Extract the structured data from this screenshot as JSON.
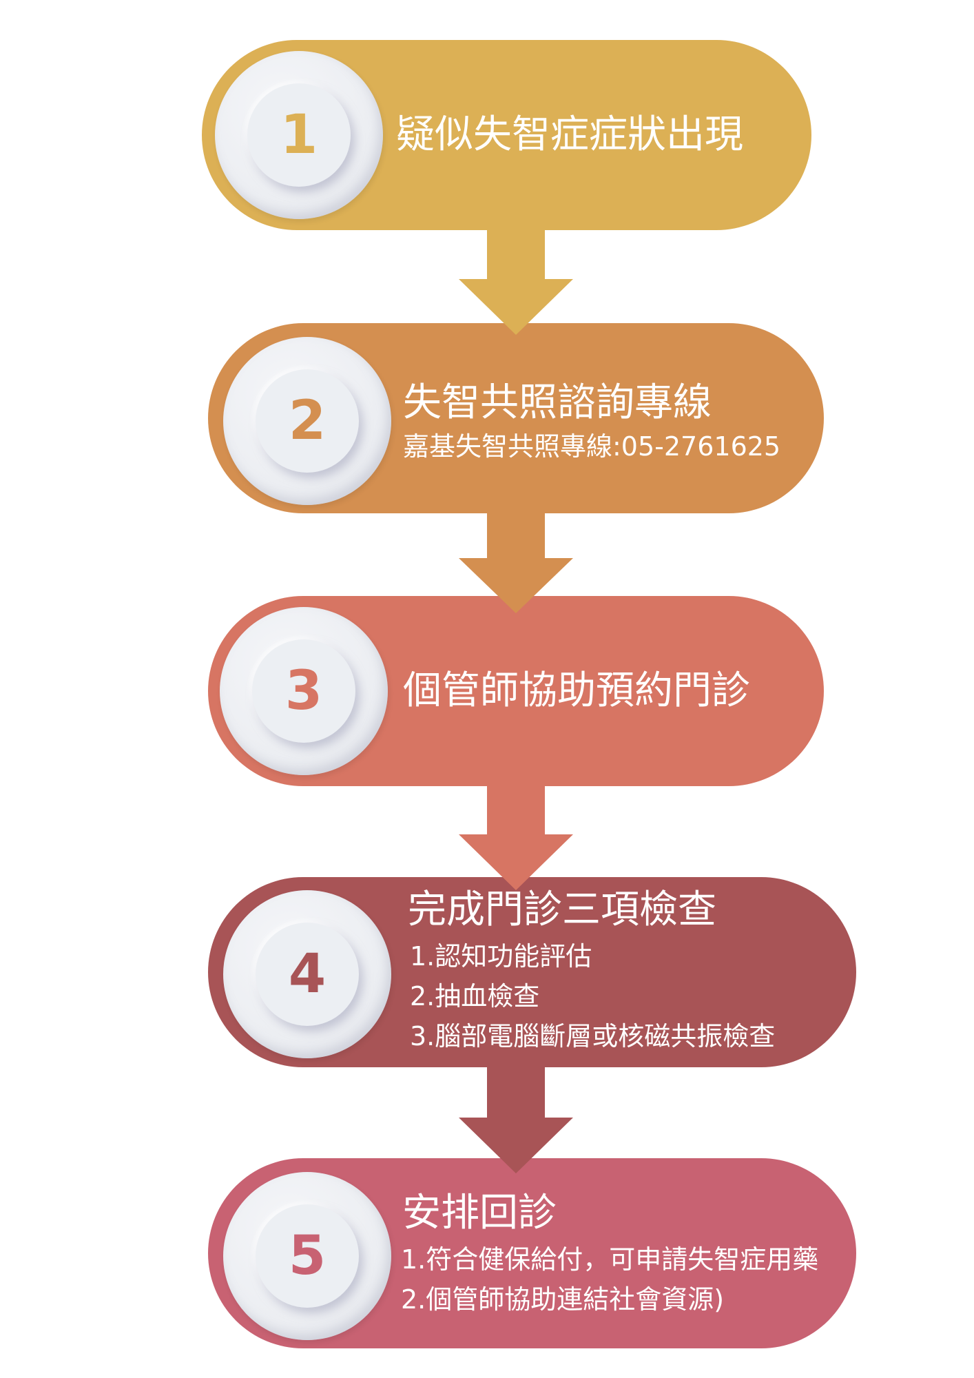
{
  "colors": {
    "step1": "#DCB055",
    "step2": "#D48F50",
    "step3": "#D77563",
    "step4": "#A85456",
    "step5": "#C86272"
  },
  "steps": [
    {
      "number": "1",
      "title": "疑似失智症症狀出現"
    },
    {
      "number": "2",
      "title": "失智共照諮詢專線",
      "lines": [
        "嘉基失智共照專線:05-2761625"
      ]
    },
    {
      "number": "3",
      "title": "個管師協助預約門診"
    },
    {
      "number": "4",
      "title": "完成門診三項檢查",
      "lines": [
        "1.認知功能評估",
        "2.抽血檢查",
        "3.腦部電腦斷層或核磁共振檢查"
      ]
    },
    {
      "number": "5",
      "title": "安排回診",
      "lines": [
        "1.符合健保給付，可申請失智症用藥",
        "2.個管師協助連結社會資源)"
      ]
    }
  ]
}
